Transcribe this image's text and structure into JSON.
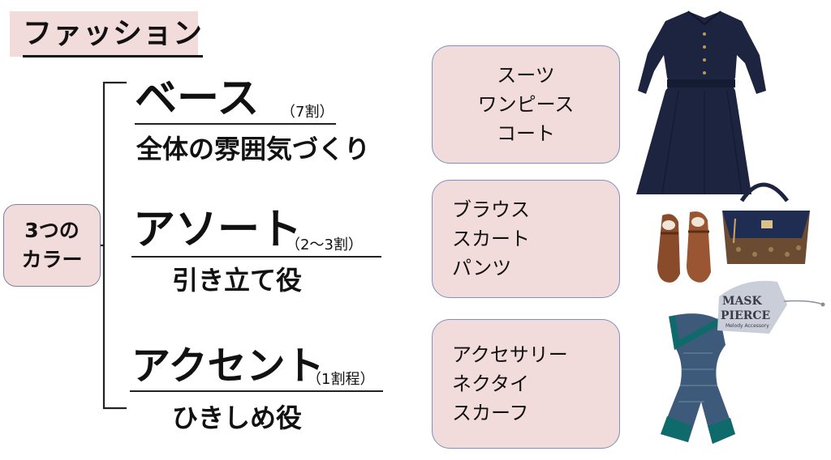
{
  "title": "ファッション",
  "root": {
    "line1": "3つの",
    "line2": "カラー"
  },
  "categories": [
    {
      "name": "ベース",
      "ratio": "（7割）",
      "role": "全体の雰囲気づくり",
      "items": [
        "スーツ",
        "ワンピース",
        "コート"
      ]
    },
    {
      "name": "アソート",
      "ratio": "（2～3割）",
      "role": "引き立て役",
      "items": [
        "ブラウス",
        "スカート",
        "パンツ"
      ]
    },
    {
      "name": "アクセント",
      "ratio": "（1割程）",
      "role": "ひきしめ役",
      "items": [
        "アクセサリー",
        "ネクタイ",
        "スカーフ"
      ]
    }
  ],
  "photos": {
    "dress": "navy-dress-photo",
    "shoes": "loafers-photo",
    "bag": "handbag-photo",
    "scarf": "scarf-photo",
    "mask_pierce": {
      "line1": "MASK",
      "line2": "PIERCE",
      "line3": "Melody Accessory"
    }
  },
  "colors": {
    "box_fill": "#f2dcdb",
    "box_border": "#7f8fbf",
    "navy": "#1d2440"
  }
}
